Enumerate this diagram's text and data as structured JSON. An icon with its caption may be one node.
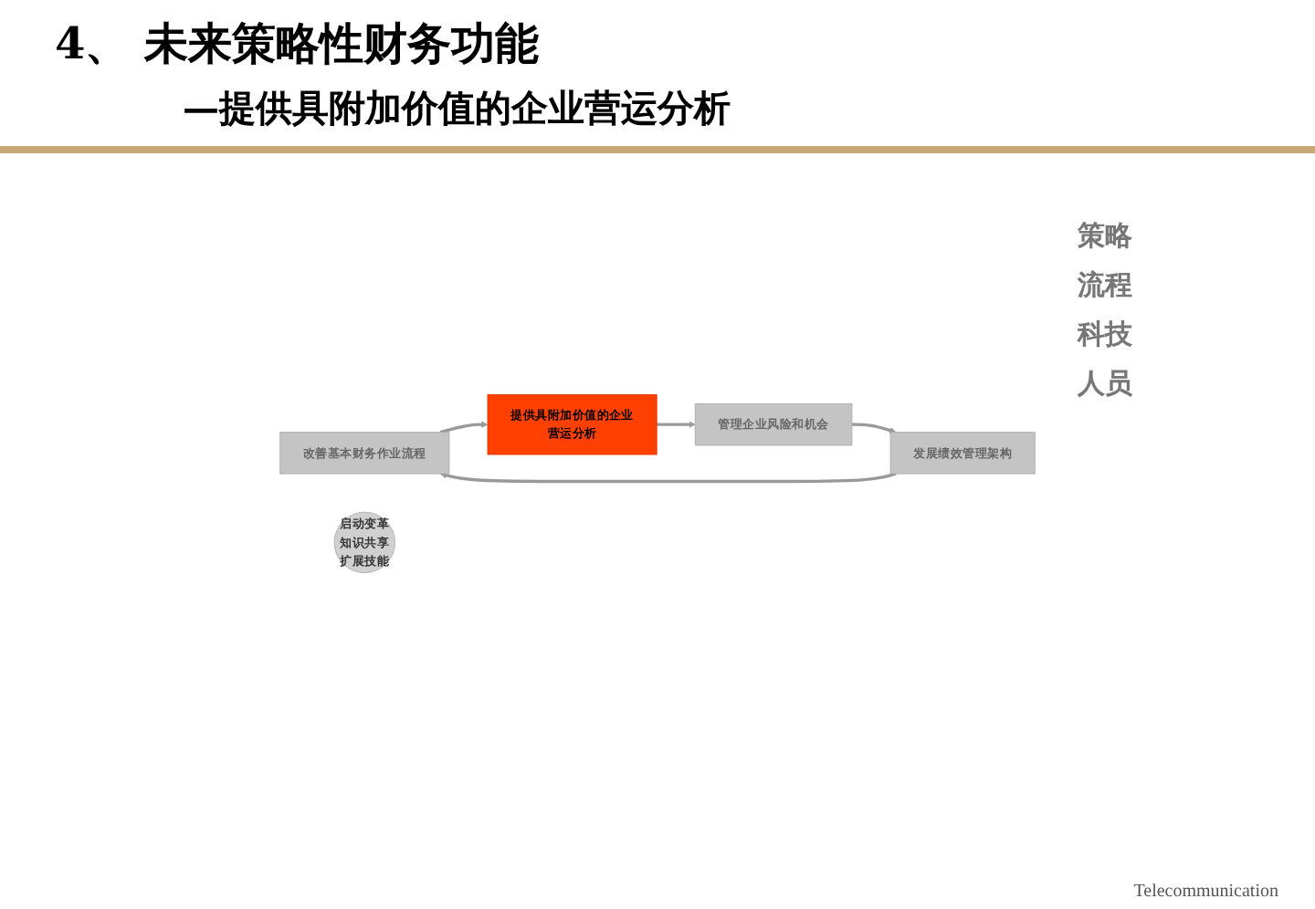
{
  "diagram": {
    "title": "4、 未来策略性财务功能",
    "nodes": [
      {
        "text": [
          "改善基本财务作业流程"
        ]
      },
      {
        "text": [
          "提供具附加价值的企业营运分析"
        ]
      },
      {
        "text": [
          "管理企业风险和机会"
        ]
      },
      {
        "text": [
          "发展绩效管理架构"
        ]
      },
      {
        "text": [
          "启动变革",
          "知识共享",
          "扩展技能"
        ]
      }
    ],
    "edges": [
      {
        "from": 0,
        "to": 1,
        "arrow": "to"
      },
      {
        "from": 1,
        "to": 2,
        "arrow": "to"
      },
      {
        "from": 2,
        "to": 3,
        "arrow": "to"
      },
      {
        "from": 3,
        "to": 0,
        "arrow": "to"
      }
    ],
    "labels": [
      "—提供具附加价值的企业营运分析",
      "策略",
      "流程",
      "科技",
      "人员",
      "Telecommunication"
    ]
  }
}
